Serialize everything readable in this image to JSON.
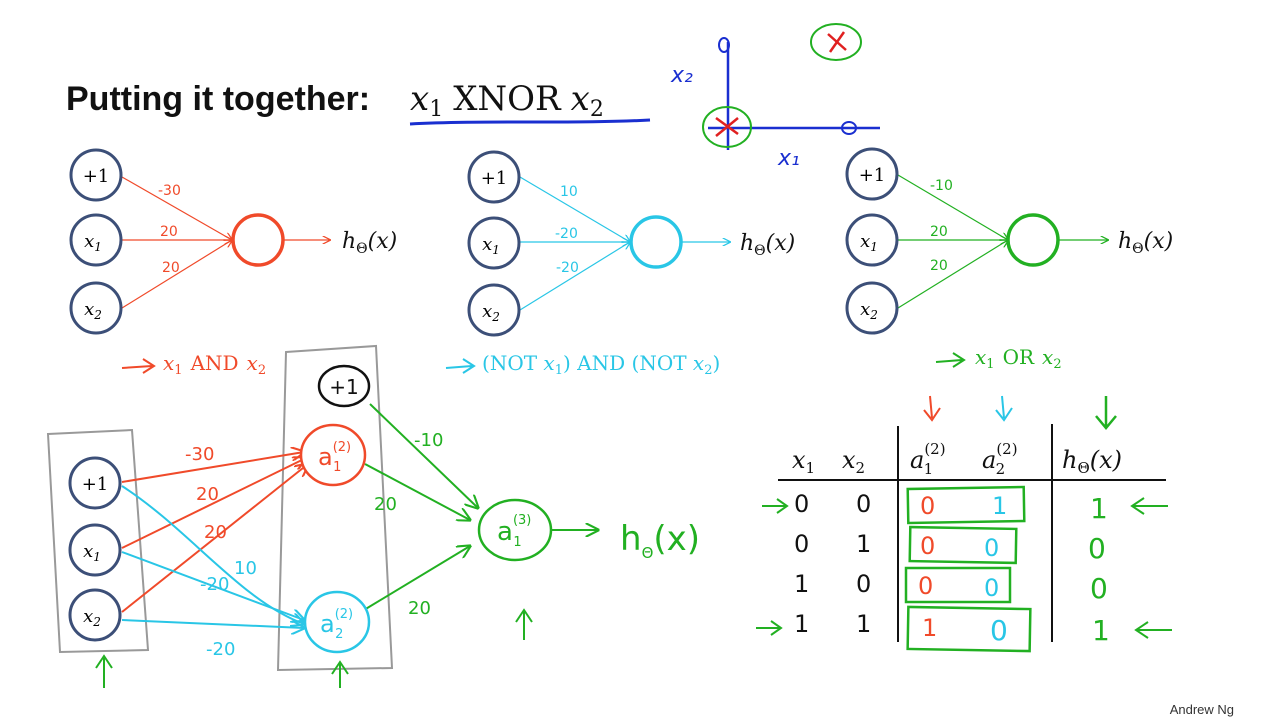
{
  "slide": {
    "title_prefix": "Putting it together:",
    "title_math_x1": "x",
    "title_sub1": "1",
    "title_op": "XNOR",
    "title_math_x2": "x",
    "title_sub2": "2",
    "attribution": "Andrew Ng"
  },
  "colors": {
    "and": "#f04a2a",
    "not_and": "#29c6e6",
    "or": "#22b022",
    "node_stroke": "#3c4f78",
    "handwritten_blue": "#1a2fd0",
    "black": "#111111"
  },
  "networks": {
    "and_net": {
      "label_op": "AND",
      "weights": [
        "-30",
        "20",
        "20"
      ]
    },
    "not_and_net": {
      "label_op": "AND",
      "label_not": "NOT",
      "weights": [
        "10",
        "-20",
        "-20"
      ]
    },
    "or_net": {
      "label_op": "OR",
      "weights": [
        "-10",
        "20",
        "20"
      ]
    },
    "bias_label": "+1",
    "output_h": "h",
    "output_theta": "Θ",
    "output_arg": "(x)"
  },
  "plot_sketch": {
    "x_label": "x₁",
    "y_label": "x₂",
    "markers": [
      "o",
      "x",
      "o",
      "x"
    ]
  },
  "combined_net": {
    "input_bias": "+1",
    "hidden_bias": "+1",
    "hidden_a1": "a",
    "hidden_a2": "a",
    "output_a": "a",
    "weights_to_a1": [
      "-30",
      "20",
      "20"
    ],
    "weights_to_a2": [
      "10",
      "-20",
      "-20"
    ],
    "weights_to_out": [
      "-10",
      "20",
      "20"
    ],
    "output_label": "h",
    "output_theta": "Θ",
    "output_arg": "(x)"
  },
  "truth_table": {
    "headers": [
      "x",
      "x",
      "a",
      "a",
      "h"
    ],
    "rows": [
      [
        "0",
        "0",
        "0",
        "1",
        "1"
      ],
      [
        "0",
        "1",
        "0",
        "0",
        "0"
      ],
      [
        "1",
        "0",
        "0",
        "0",
        "0"
      ],
      [
        "1",
        "1",
        "1",
        "0",
        "1"
      ]
    ]
  }
}
